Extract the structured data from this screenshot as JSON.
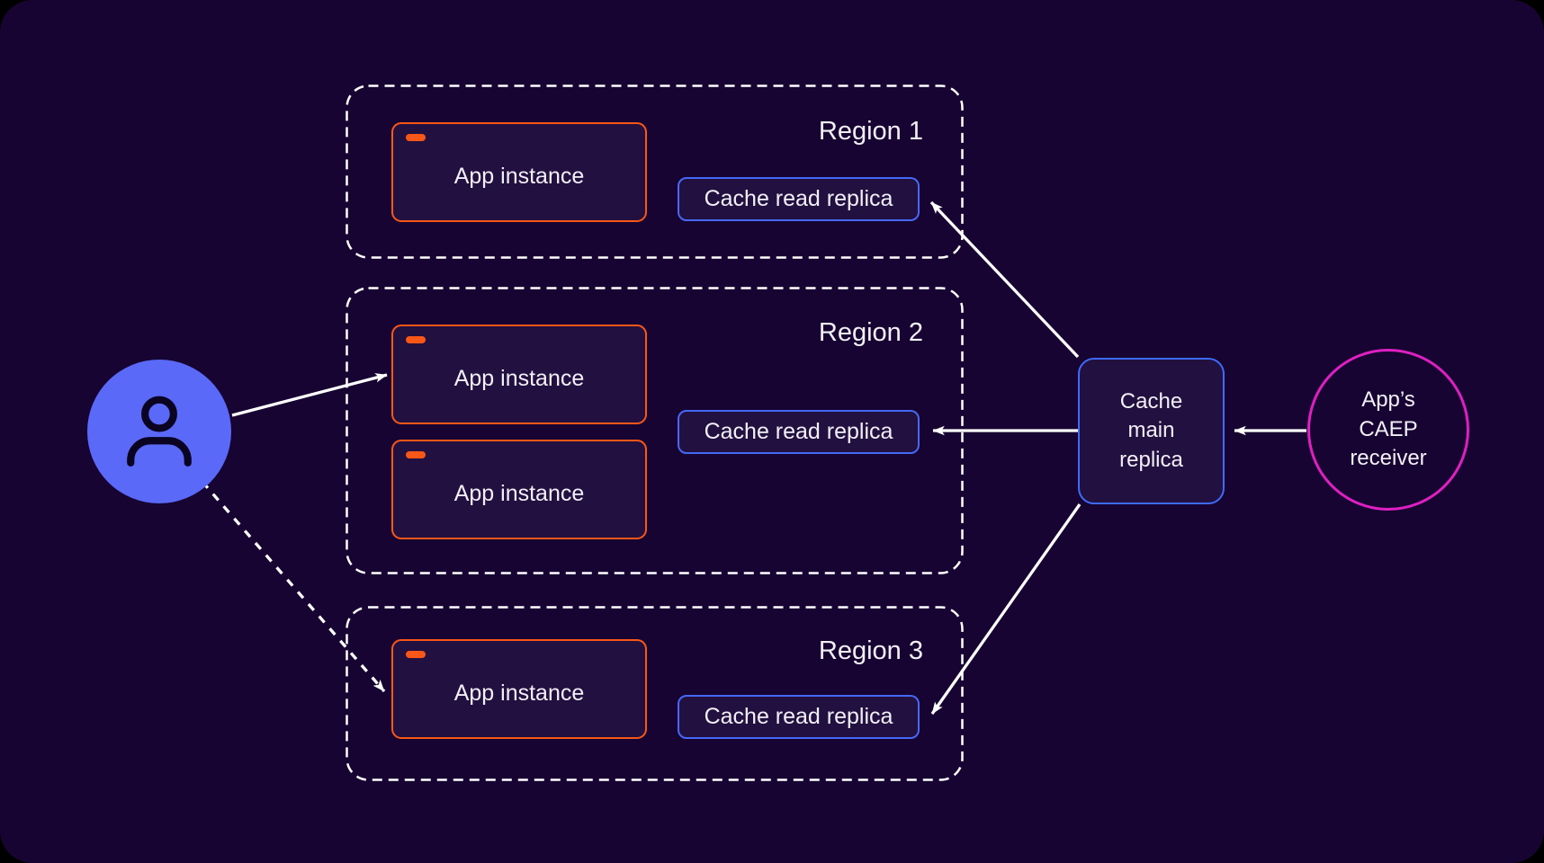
{
  "diagram": {
    "labels": {
      "app_instance": "App instance",
      "cache_read_replica": "Cache read replica",
      "cache_main_replica": "Cache\nmain\nreplica",
      "caep_receiver": "App’s\nCAEP\nreceiver"
    },
    "regions": [
      {
        "label": "Region 1",
        "app_instances": 1,
        "cache_read_replicas": 1
      },
      {
        "label": "Region 2",
        "app_instances": 2,
        "cache_read_replicas": 1
      },
      {
        "label": "Region 3",
        "app_instances": 1,
        "cache_read_replicas": 1
      }
    ],
    "icons": {
      "user": "person-icon"
    },
    "connections": [
      {
        "from": "user",
        "to": "region-2-app-instance-1",
        "style": "solid-arrow"
      },
      {
        "from": "user",
        "to": "region-3-app-instance-1",
        "style": "dashed-arrow"
      },
      {
        "from": "cache-main-replica",
        "to": "region-1-cache-read-replica",
        "style": "solid-arrow"
      },
      {
        "from": "cache-main-replica",
        "to": "region-2-cache-read-replica",
        "style": "solid-arrow"
      },
      {
        "from": "cache-main-replica",
        "to": "region-3-cache-read-replica",
        "style": "solid-arrow"
      },
      {
        "from": "caep-receiver",
        "to": "cache-main-replica",
        "style": "solid-arrow"
      }
    ]
  },
  "colors": {
    "page_background": "#000000",
    "canvas_background": "#180432",
    "box_fill": "#221040",
    "orange": "#F95718",
    "blue": "#4568F5",
    "blue_bright": "#3E6BFA",
    "avatar_blue": "#5A69F7",
    "magenta": "#DE1FC1",
    "line_white": "#FFFFFF",
    "text": "#F2F0F7",
    "icon_dark": "#0B0322"
  }
}
